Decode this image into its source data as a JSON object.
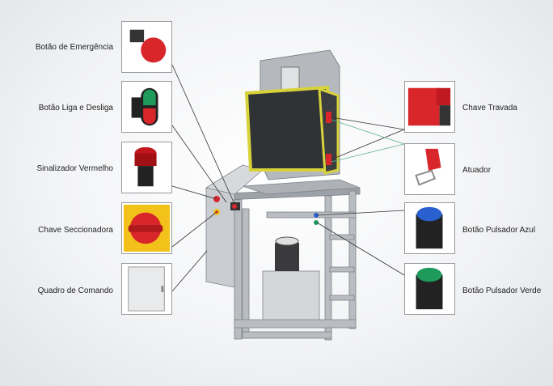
{
  "left_components": [
    {
      "label": "Botão de Emergência",
      "icon": "emergency-button-icon"
    },
    {
      "label": "Botão Liga e Desliga",
      "icon": "on-off-button-icon"
    },
    {
      "label": "Sinalizador Vermelho",
      "icon": "red-indicator-light-icon"
    },
    {
      "label": "Chave Seccionadora",
      "icon": "disconnect-switch-icon"
    },
    {
      "label": "Quadro de Comando",
      "icon": "control-panel-icon"
    }
  ],
  "right_components": [
    {
      "label": "Chave Travada",
      "icon": "safety-lock-switch-icon"
    },
    {
      "label": "Atuador",
      "icon": "actuator-icon"
    },
    {
      "label": "Botão Pulsador Azul",
      "icon": "blue-push-button-icon"
    },
    {
      "label": "Botão Pulsador Verde",
      "icon": "green-push-button-icon"
    }
  ],
  "colors": {
    "guard": "#d8d23a",
    "frame": "#b8bcc0",
    "red": "#d9262b",
    "green": "#1e9a5a",
    "blue": "#2a5fcf",
    "yellow": "#f2c21a",
    "leader_green": "#5fb08a"
  }
}
